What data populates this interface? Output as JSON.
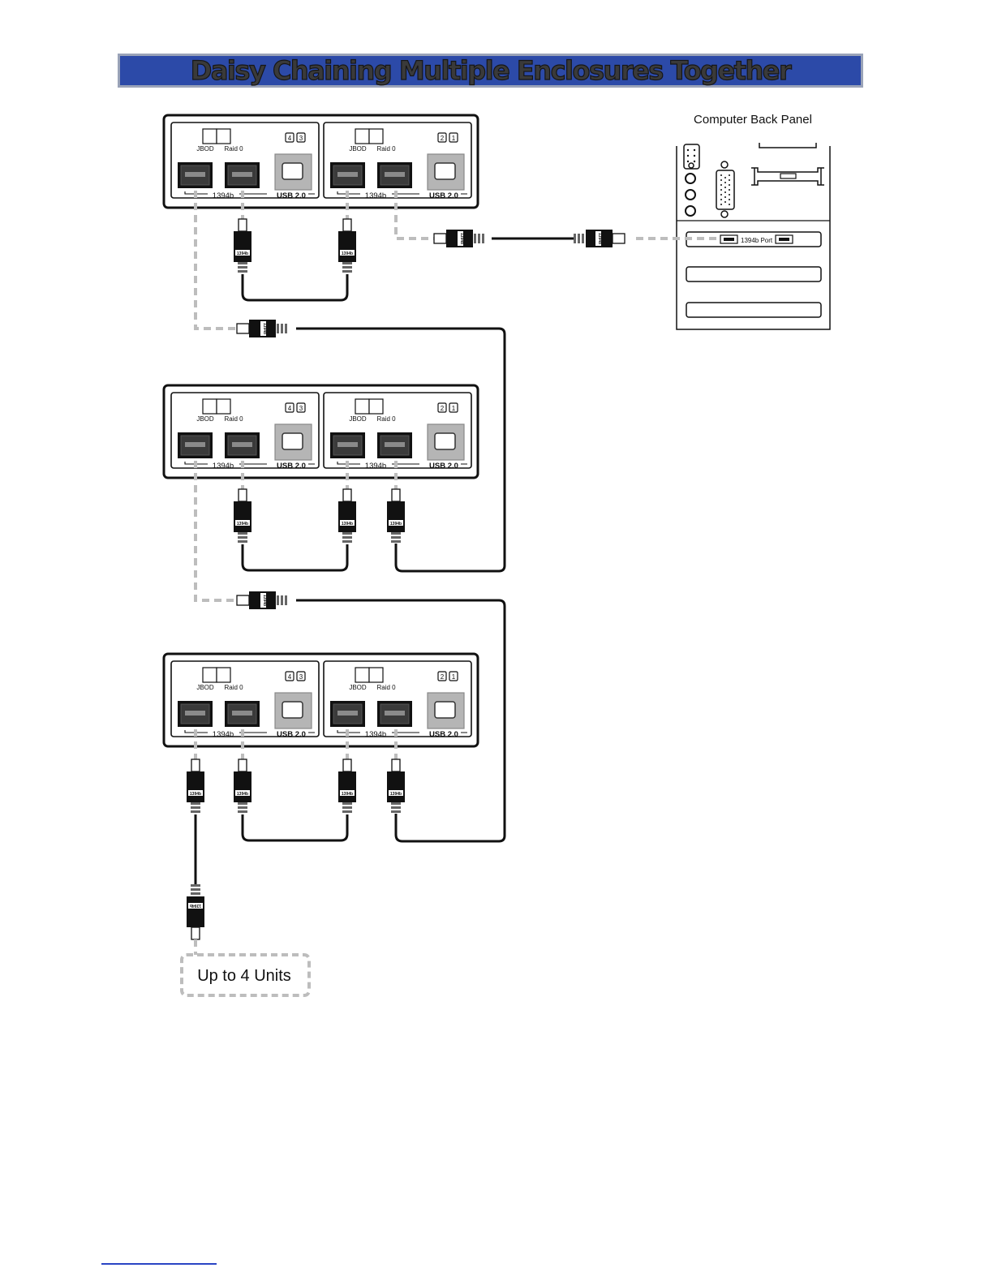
{
  "title": "Daisy Chaining Multiple Enclosures Together",
  "computer": {
    "label": "Computer Back Panel",
    "port_label": "1394b Port"
  },
  "enclosure": {
    "jbod": "JBOD",
    "raid0": "Raid 0",
    "port_1394b": "1394b",
    "port_usb": "USB 2.0",
    "drives_left": [
      "4",
      "3"
    ],
    "drives_right": [
      "2",
      "1"
    ]
  },
  "cable_label": "1394b",
  "units_label": "Up to 4 Units",
  "colors": {
    "title_background": "#2c4aa8",
    "title_border": "#9aa3b8",
    "outline": "#111111",
    "dashed_guide": "#bdbdbd",
    "port_gray": "#8a8a8a",
    "footer_line": "#2a44c4"
  }
}
